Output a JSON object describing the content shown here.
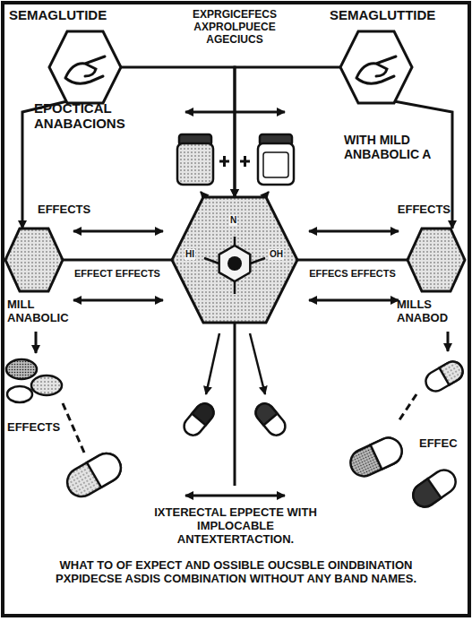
{
  "diagram": {
    "caption": "WHAT TO OF EXPECT AND OSSIBLE OUCSBLE OINDBINATION PXPIDECSE ASDIS COMBINATION WITHOUT ANY BAND NAMES.",
    "nodes": [
      {
        "text": [
          "SEMAGLUTIDE"
        ]
      },
      {
        "text": [
          "SEMAGLUTTIDE"
        ]
      },
      {
        "text": [
          "EFFECTS",
          "MILL ANABOLIC"
        ]
      },
      {
        "text": [
          "HI",
          "N",
          "OH"
        ]
      },
      {
        "text": [
          "EFFECTS",
          "MILLS ANABOD"
        ]
      }
    ],
    "edges": [
      {
        "from": 0,
        "to": 3,
        "arrow": "to"
      },
      {
        "from": 1,
        "to": 3,
        "arrow": "to"
      },
      {
        "from": 0,
        "to": 2,
        "arrow": "to"
      },
      {
        "from": 1,
        "to": 4,
        "arrow": "to"
      },
      {
        "from": 2,
        "to": 3,
        "label": "EFFECT EFFECTS",
        "arrow": "none"
      },
      {
        "from": 3,
        "to": 4,
        "label": "EFFECS EFFECTS",
        "arrow": "none"
      }
    ],
    "labels": [
      "EXPRGICEFECS AXPROLPUECE AGECIUCS",
      "EPOCTICAL ANABACIONS",
      "WITH MILD ANBABOLIC A",
      "EFFECTS",
      "EFFEC",
      "IXTERECTAL EPPECTE WITH IMPLOCABLE ANTEXTERTACTION."
    ]
  }
}
